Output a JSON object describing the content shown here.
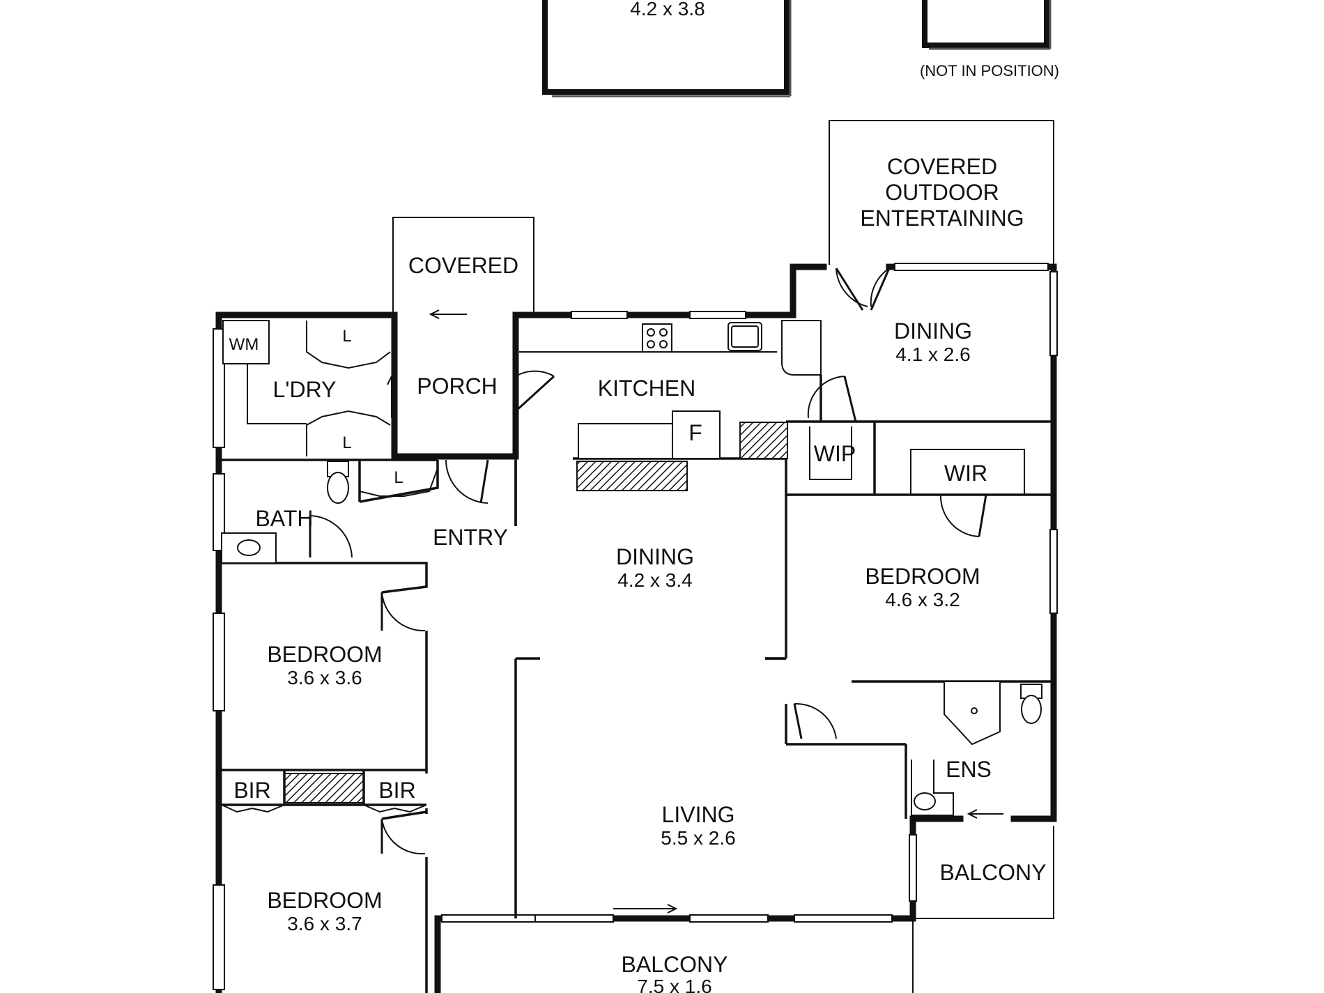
{
  "rooms": {
    "top_room_dims": "4.2 x 3.8",
    "not_in_position": "(NOT IN POSITION)",
    "covered_outdoor": [
      "COVERED",
      "OUTDOOR",
      "ENTERTAINING"
    ],
    "covered": "COVERED",
    "dining_rear": {
      "name": "DINING",
      "dims": "4.1 x 2.6"
    },
    "porch": "PORCH",
    "kitchen": "KITCHEN",
    "laundry": "L'DRY",
    "wm": "WM",
    "linen": "L",
    "fridge": "F",
    "wip": "WIP",
    "wir": "WIR",
    "bath": "BATH",
    "entry": "ENTRY",
    "dining_main": {
      "name": "DINING",
      "dims": "4.2 x 3.4"
    },
    "bedroom_master": {
      "name": "BEDROOM",
      "dims": "4.6 x 3.2"
    },
    "bedroom_2": {
      "name": "BEDROOM",
      "dims": "3.6 x 3.6"
    },
    "bedroom_3": {
      "name": "BEDROOM",
      "dims": "3.6 x 3.7"
    },
    "bir": "BIR",
    "ens": "ENS",
    "living": {
      "name": "LIVING",
      "dims": "5.5 x 2.6"
    },
    "balcony_small": "BALCONY",
    "balcony_main": {
      "name": "BALCONY",
      "dims": "7.5 x 1.6"
    }
  }
}
